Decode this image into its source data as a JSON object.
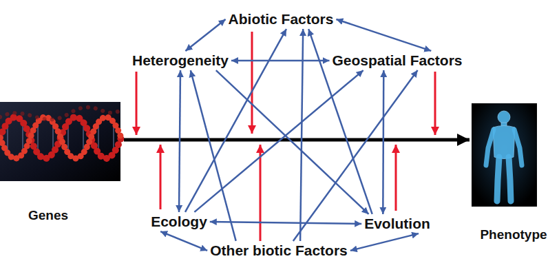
{
  "diagram": {
    "nodes": [
      {
        "text": [
          "Abiotic Factors"
        ]
      },
      {
        "text": [
          "Heterogeneity"
        ]
      },
      {
        "text": [
          "Geospatial Factors"
        ]
      },
      {
        "text": [
          "Genes"
        ]
      },
      {
        "text": [
          "Phenotype"
        ]
      },
      {
        "text": [
          "Ecology"
        ]
      },
      {
        "text": [
          "Evolution"
        ]
      },
      {
        "text": [
          "Other biotic Factors"
        ]
      }
    ],
    "edges": [
      {
        "from": 3,
        "to": 4,
        "arrow": "to"
      },
      {
        "from": 1,
        "to": 0,
        "arrow": "both"
      },
      {
        "from": 0,
        "to": 2,
        "arrow": "both"
      },
      {
        "from": 1,
        "to": 2,
        "arrow": "both"
      },
      {
        "from": 1,
        "to": 5,
        "arrow": "both"
      },
      {
        "from": 2,
        "to": 6,
        "arrow": "both"
      },
      {
        "from": 5,
        "to": 6,
        "arrow": "both"
      },
      {
        "from": 5,
        "to": 7,
        "arrow": "both"
      },
      {
        "from": 6,
        "to": 7,
        "arrow": "both"
      },
      {
        "from": 5,
        "to": 0,
        "arrow": "to"
      },
      {
        "from": 5,
        "to": 2,
        "arrow": "to"
      },
      {
        "from": 1,
        "to": 6,
        "arrow": "to"
      },
      {
        "from": 7,
        "to": 1,
        "arrow": "to"
      },
      {
        "from": 7,
        "to": 0,
        "arrow": "to"
      },
      {
        "from": 6,
        "to": 0,
        "arrow": "to"
      },
      {
        "from": 7,
        "to": 2,
        "arrow": "to"
      }
    ]
  }
}
